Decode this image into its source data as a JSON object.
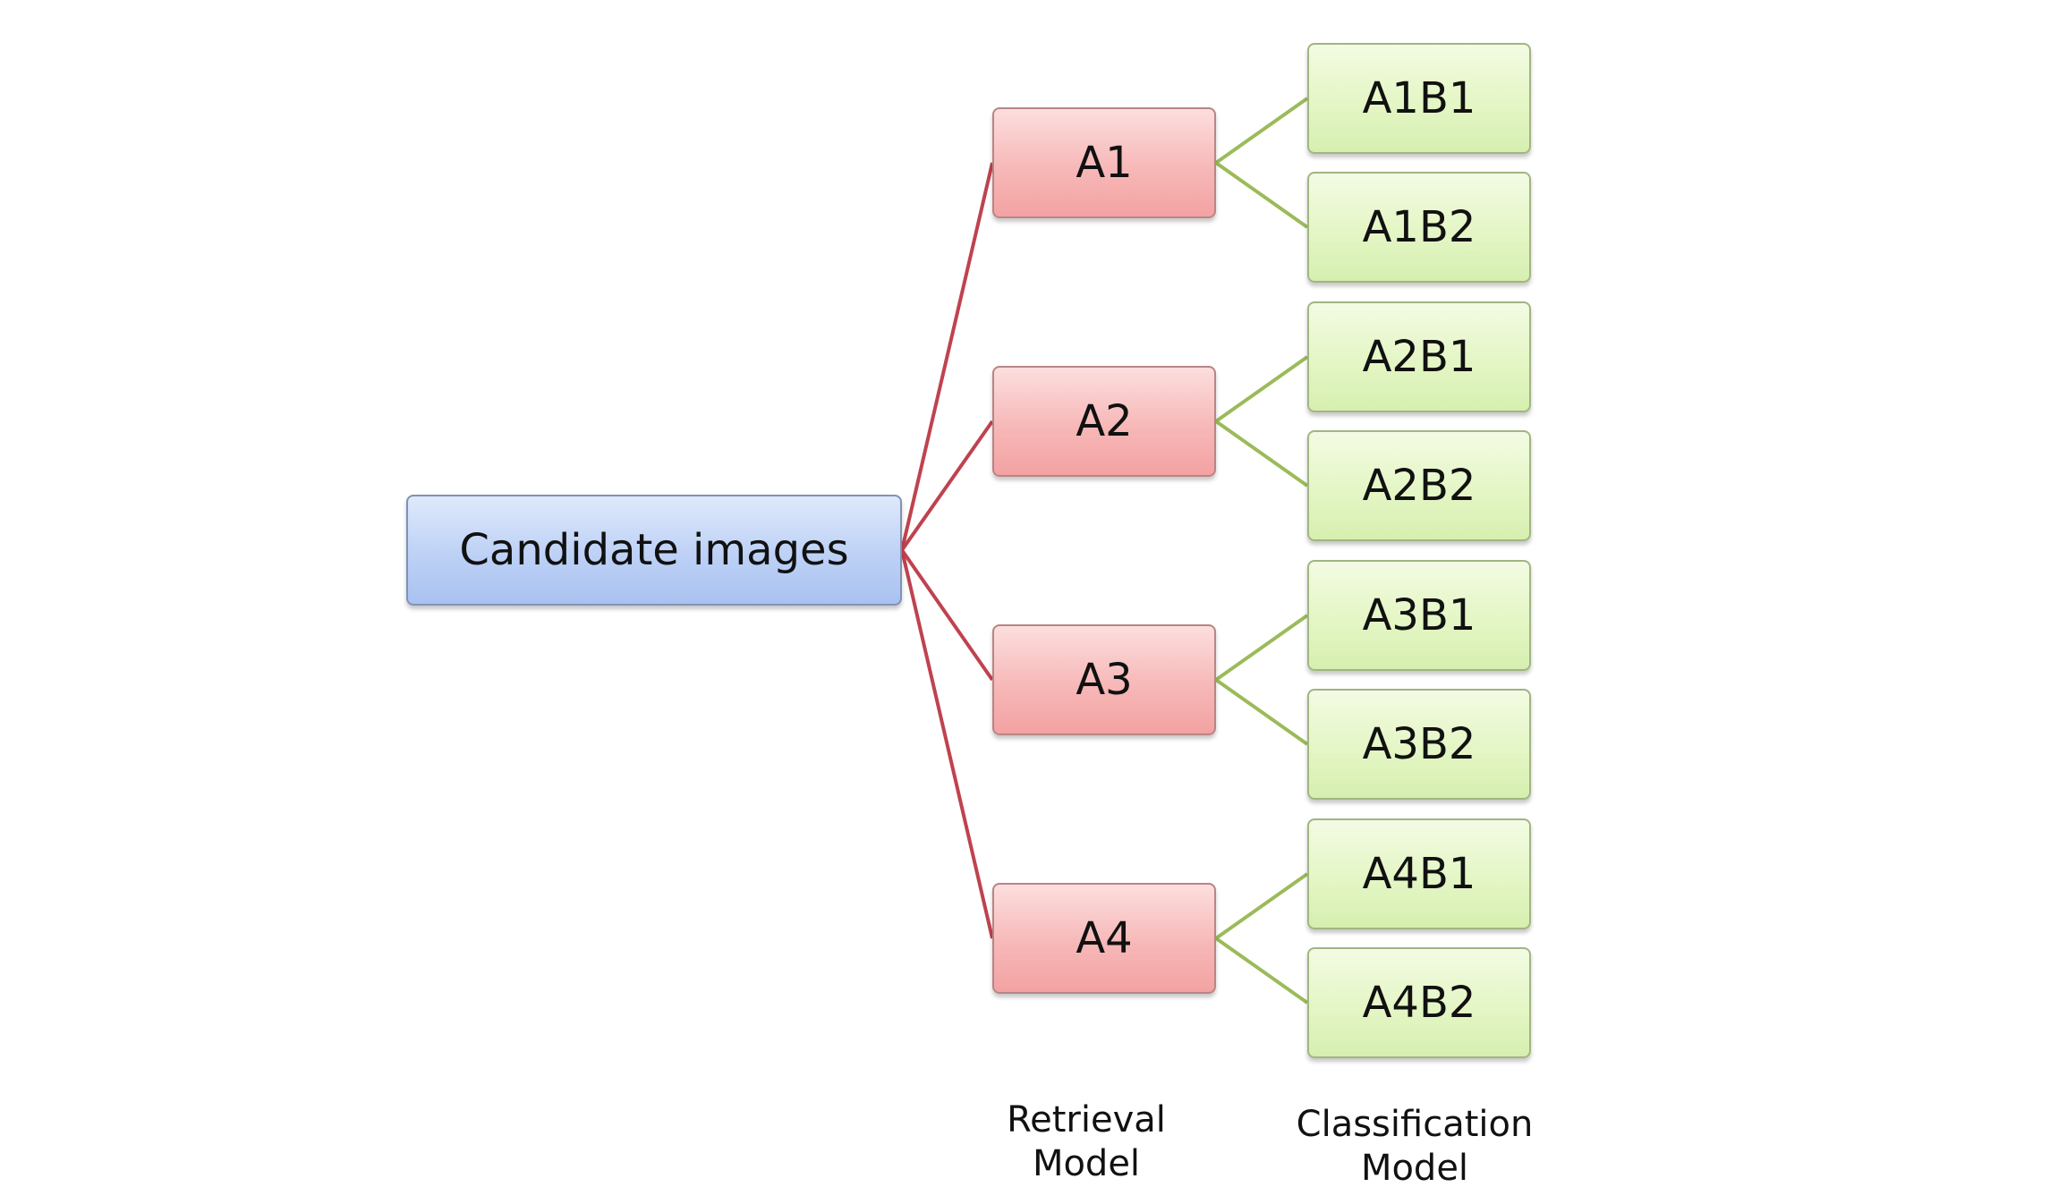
{
  "diagram": {
    "root": {
      "label": "Candidate images"
    },
    "retrieval_nodes": [
      {
        "label": "A1"
      },
      {
        "label": "A2"
      },
      {
        "label": "A3"
      },
      {
        "label": "A4"
      }
    ],
    "classification_nodes": [
      {
        "label": "A1B1"
      },
      {
        "label": "A1B2"
      },
      {
        "label": "A2B1"
      },
      {
        "label": "A2B2"
      },
      {
        "label": "A3B1"
      },
      {
        "label": "A3B2"
      },
      {
        "label": "A4B1"
      },
      {
        "label": "A4B2"
      }
    ],
    "captions": {
      "retrieval": {
        "line1": "Retrieval",
        "line2": "Model"
      },
      "classification": {
        "line1": "Classification",
        "line2": "Model"
      }
    },
    "colors": {
      "root_fill": "#bdd1f6",
      "retrieval_fill": "#f7b8b8",
      "classification_fill": "#e4f6c5",
      "root_to_retrieval_edge": "#c0424f",
      "retrieval_to_classification_edge": "#9bbb59"
    }
  }
}
